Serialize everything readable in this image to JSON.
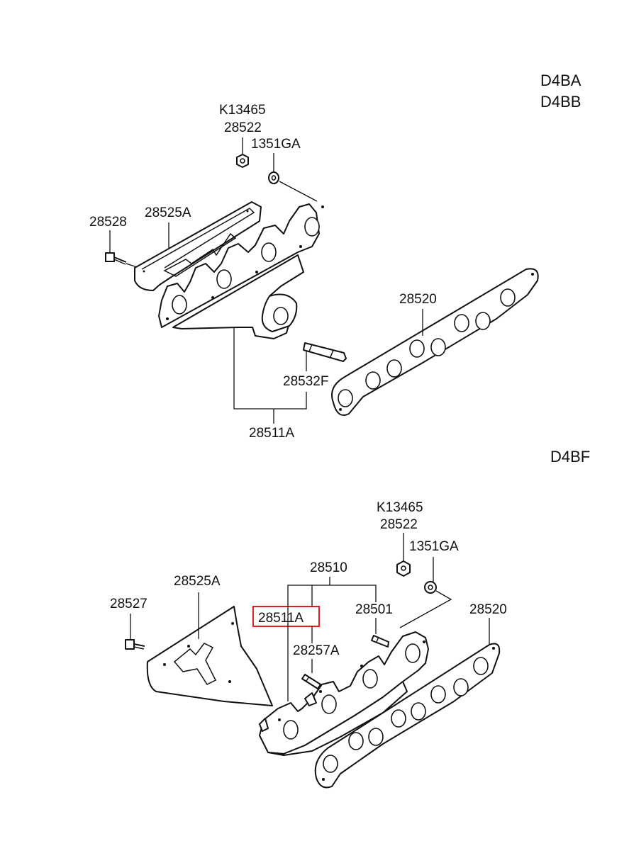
{
  "engines": {
    "top": [
      "D4BA",
      "D4BB"
    ],
    "bottom": "D4BF"
  },
  "top_diagram": {
    "labels": {
      "k13465": "K13465",
      "nut": "28522",
      "washer": "1351GA",
      "bolt": "28528",
      "heat_shield": "28525A",
      "gasket": "28520",
      "stud": "28532F",
      "manifold": "28511A"
    }
  },
  "bottom_diagram": {
    "labels": {
      "k13465": "K13465",
      "nut": "28522",
      "washer": "1351GA",
      "assembly": "28510",
      "bolt": "28527",
      "heat_shield": "28525A",
      "manifold_highlighted": "28511A",
      "stud": "28501",
      "pin": "28257A",
      "gasket": "28520"
    },
    "highlight_color": "#e02020"
  }
}
